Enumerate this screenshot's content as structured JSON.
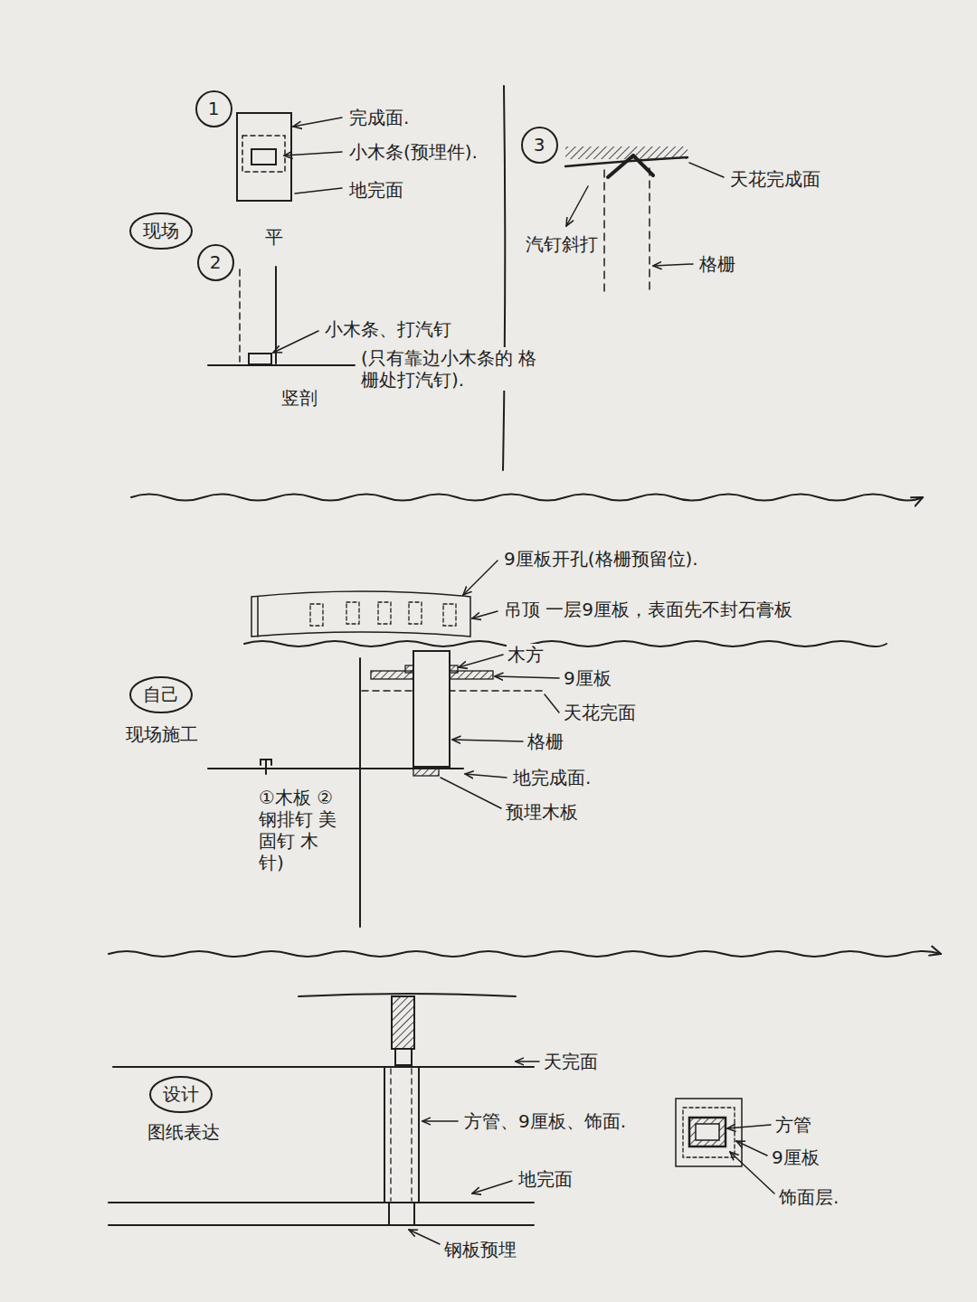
{
  "diagram": {
    "nodes": [
      {
        "text": [
          "1"
        ]
      },
      {
        "text": [
          "3"
        ]
      },
      {
        "text": [
          "现场"
        ]
      },
      {
        "text": [
          "2"
        ]
      },
      {
        "text": [
          "自己"
        ]
      },
      {
        "text": [
          "设计"
        ]
      }
    ],
    "labels": [
      "完成面.",
      "小木条(预埋件).",
      "地完面",
      "平",
      "小木条、打汽钉",
      "(只有靠边小木条的 格栅处打汽钉).",
      "竖剖",
      "天花完成面",
      "汽钉斜打",
      "格栅",
      "9厘板开孔(格栅预留位).",
      "吊顶 一层9厘板，表面先不封石膏板",
      "现场施工",
      "木方",
      "9厘板",
      "天花完面",
      "格栅",
      "地完成面.",
      "预埋木板",
      "①木板 ②钢排钉 美固钉 木针)",
      "图纸表达",
      "天完面",
      "方管、9厘板、饰面.",
      "地完面",
      "钢板预埋",
      "方管",
      "9厘板",
      "饰面层."
    ]
  }
}
